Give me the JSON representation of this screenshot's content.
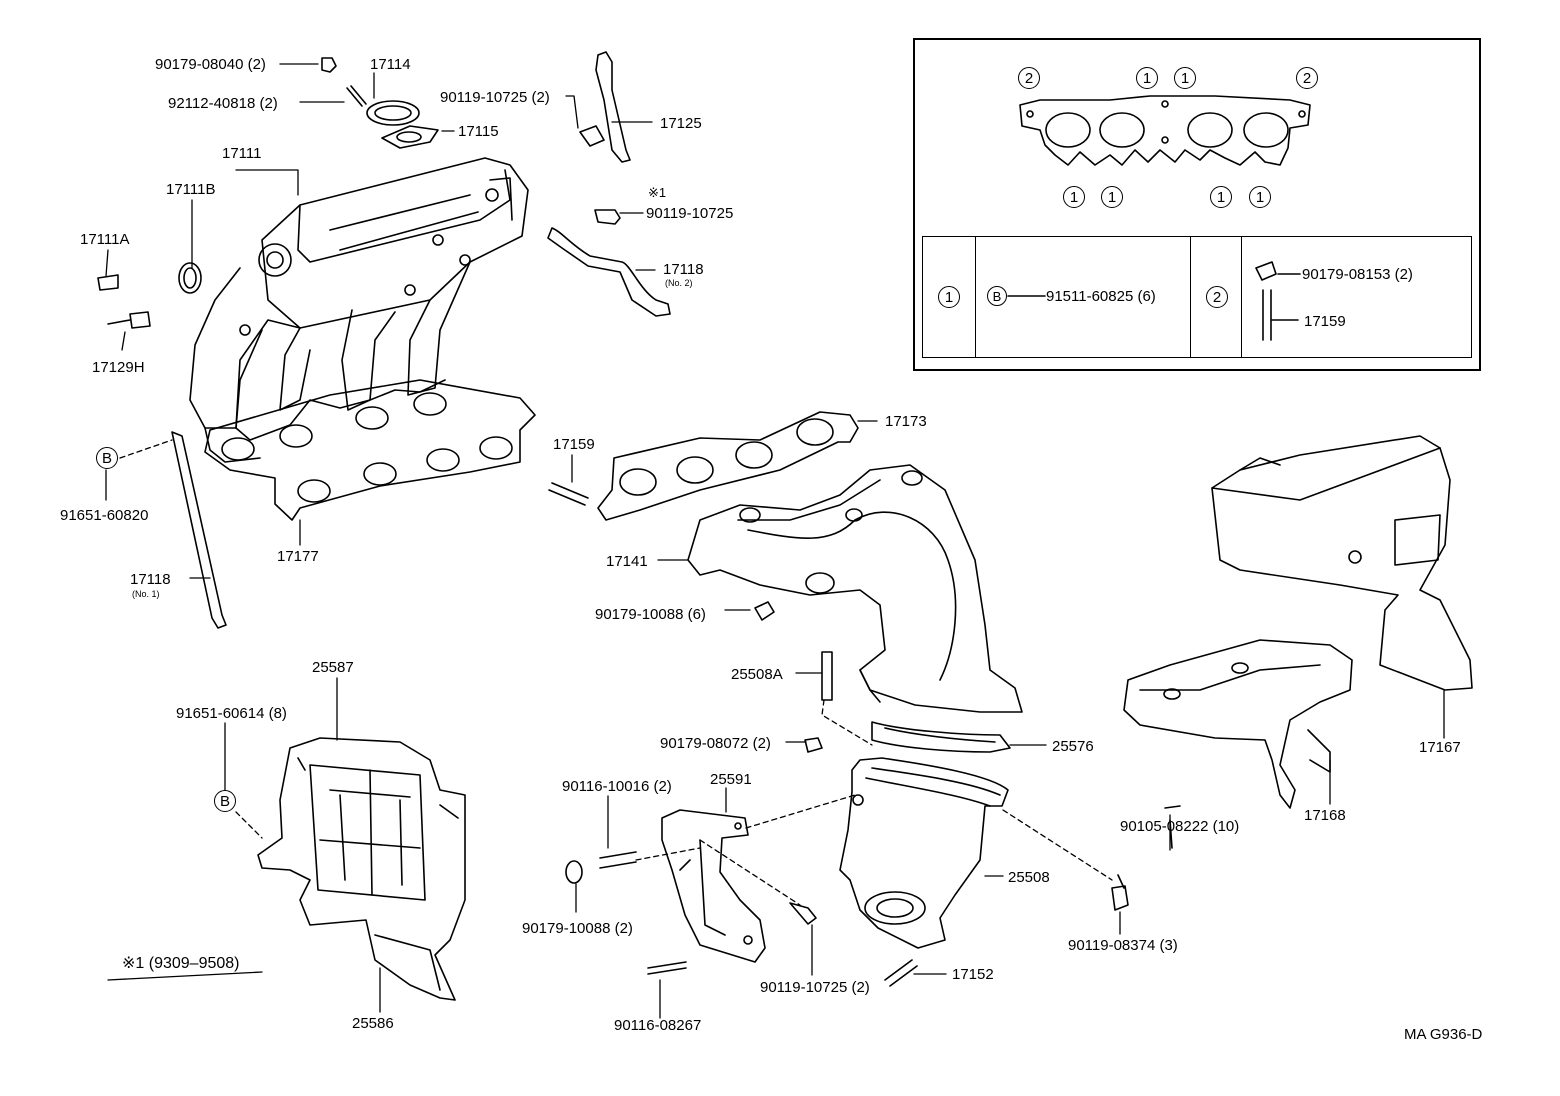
{
  "callouts": {
    "c17114": "17114",
    "c90179_08040": "90179-08040 (2)",
    "c92112_40818": "92112-40818 (2)",
    "c17115": "17115",
    "c90119_10725_a": "90119-10725 (2)",
    "c17125": "17125",
    "c17111": "17111",
    "c17111B": "17111B",
    "c17111A": "17111A",
    "c17129H": "17129H",
    "c_note1_mark": "※1",
    "c90119_10725_b": "90119-10725",
    "c17118_no2": "17118",
    "c17118_no2_sub": "(No. 2)",
    "c91651_60820": "91651-60820",
    "c17177": "17177",
    "c17118_no1": "17118",
    "c17118_no1_sub": "(No. 1)",
    "c17159": "17159",
    "c17173": "17173",
    "c17141": "17141",
    "c90179_10088_6": "90179-10088 (6)",
    "c25508A": "25508A",
    "c90179_08072": "90179-08072 (2)",
    "c25576": "25576",
    "c25587": "25587",
    "c91651_60614": "91651-60614 (8)",
    "c90116_10016": "90116-10016 (2)",
    "c25591": "25591",
    "c90179_10088_2": "90179-10088 (2)",
    "c25508": "25508",
    "c90119_08374": "90119-08374 (3)",
    "c90119_10725_c": "90119-10725 (2)",
    "c17152": "17152",
    "c90116_08267": "90116-08267",
    "c25586": "25586",
    "c17167": "17167",
    "c90105_08222": "90105-08222 (10)",
    "c17168": "17168",
    "c_note1": "※1  (9309–9508)",
    "c_drawing_code": "MA G936-D"
  },
  "markers": {
    "one": "1",
    "two": "2",
    "b": "B"
  },
  "inset": {
    "row1_label": "1",
    "row1_marker": "B",
    "row1_part": "91511-60825 (6)",
    "row2_label": "2",
    "row2_part_a": "90179-08153 (2)",
    "row2_part_b": "17159"
  }
}
